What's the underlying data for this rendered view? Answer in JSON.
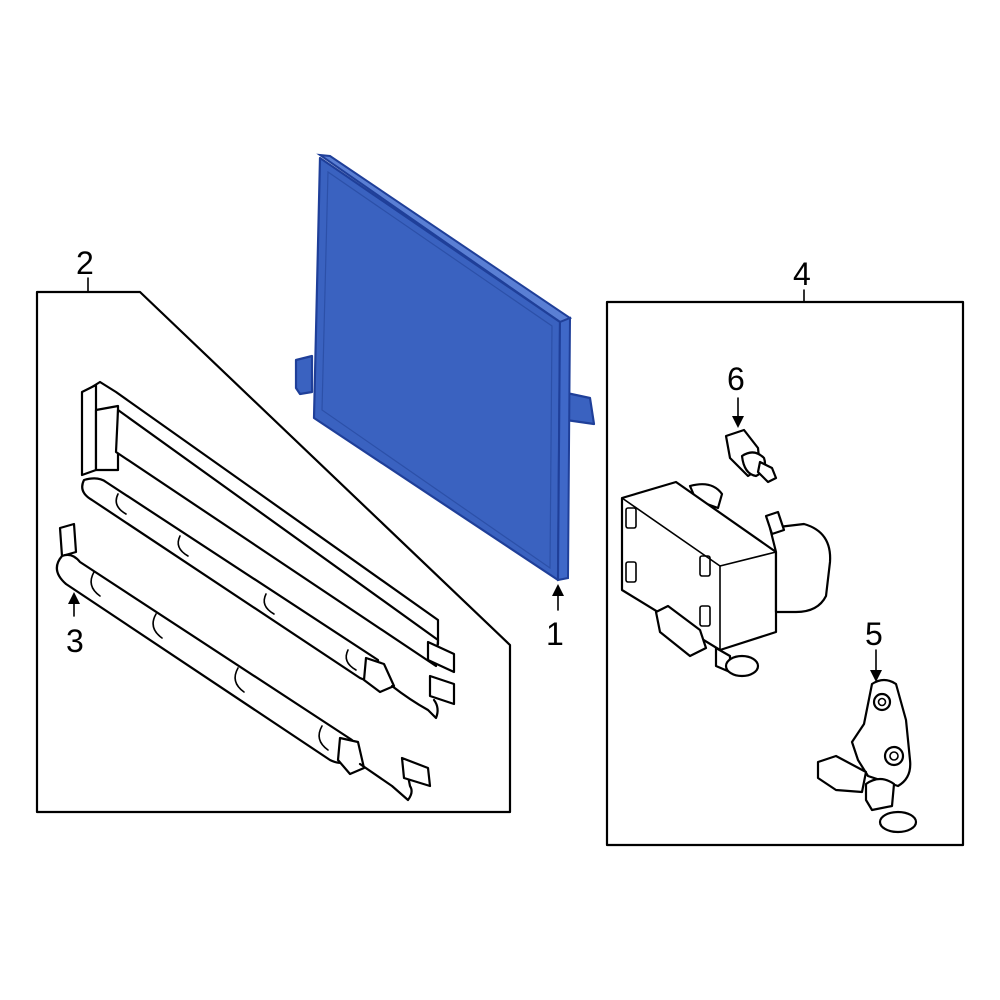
{
  "diagram": {
    "highlight_color": "#3a62c0",
    "highlight_edge_color": "#1f3f99",
    "callouts": [
      {
        "id": "callout-1",
        "label": "1"
      },
      {
        "id": "callout-2",
        "label": "2"
      },
      {
        "id": "callout-3",
        "label": "3"
      },
      {
        "id": "callout-4",
        "label": "4"
      },
      {
        "id": "callout-5",
        "label": "5"
      },
      {
        "id": "callout-6",
        "label": "6"
      }
    ]
  }
}
